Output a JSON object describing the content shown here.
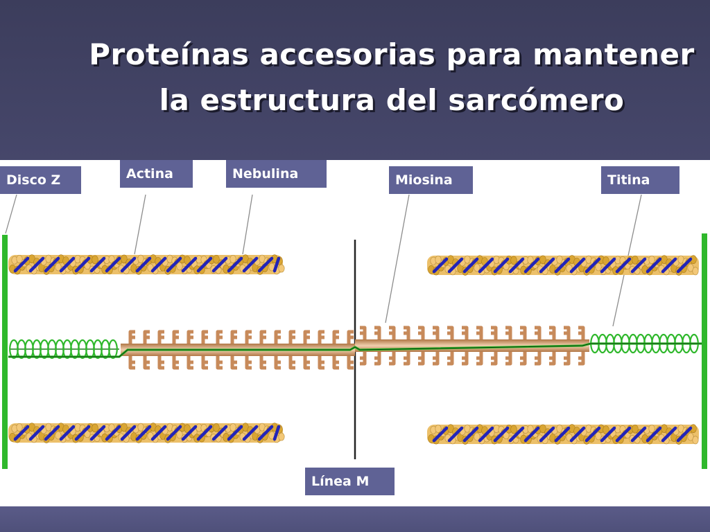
{
  "title": {
    "line1": "Proteínas accesorias para mantener",
    "line2": "la estructura del sarcómero"
  },
  "labels": {
    "disco_z": "Disco Z",
    "actina": "Actina",
    "nebulina": "Nebulina",
    "miosina": "Miosina",
    "titina": "Titina",
    "linea_m": "Línea M"
  },
  "colors": {
    "actin_light": "#f3c878",
    "actin_dark": "#d9a532",
    "nebulin": "#2224b8",
    "titin": "#2fb82c",
    "z_disc": "#2fb82c",
    "myosin": "#c78a5a",
    "m_line": "#222222",
    "label_bg": "#5f6295"
  }
}
